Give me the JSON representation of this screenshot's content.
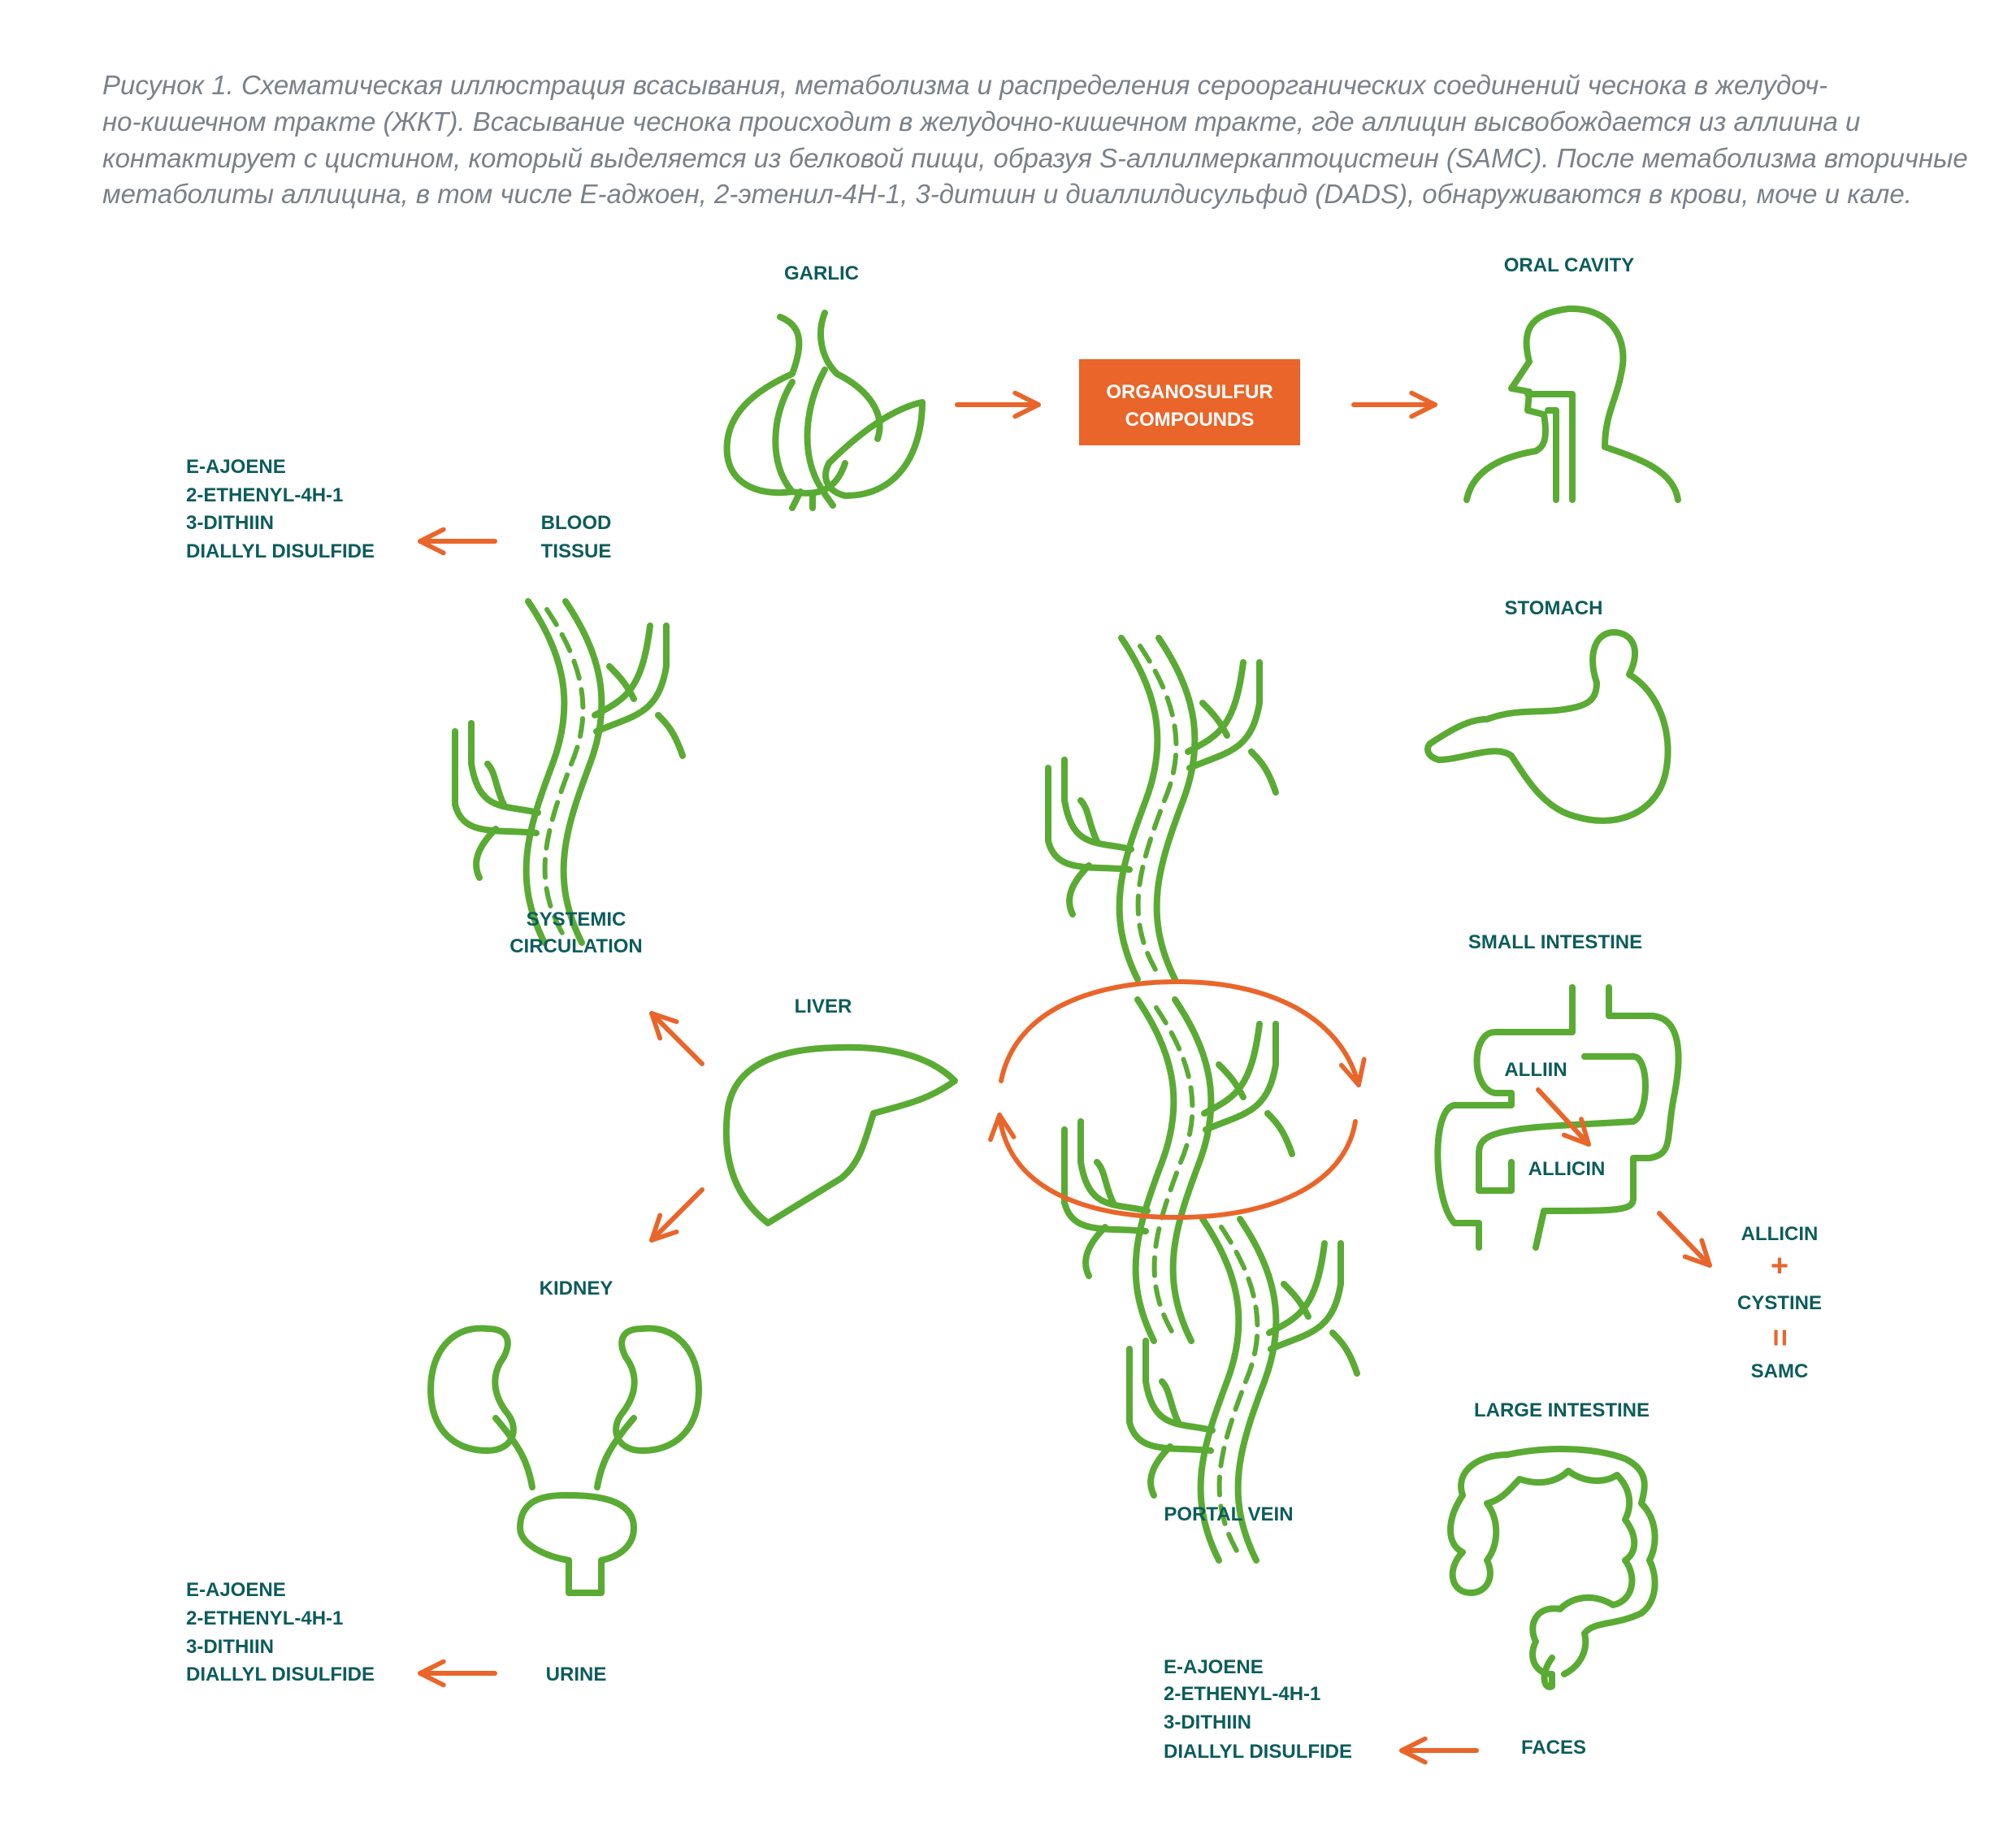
{
  "caption": [
    "Рисунок 1. Схематическая иллюстрация всасывания, метаболизма и распределения сероорганических соединений чеснока в желудоч-",
    "но-кишечном тракте (ЖКТ). Всасывание чеснока происходит в желудочно-кишечном тракте, где аллицин высвобождается из аллиина и",
    "контактирует с цистином, который выделяется из белковой пищи, образуя S-аллилмеркаптоцистеин (SAMC). После метаболизма вторичные",
    "метаболиты аллицина, в том числе E-аджоен, 2-этенил-4H-1, 3-дитиин и диаллилдисульфид (DADS), обнаруживаются в крови, моче и кале."
  ],
  "labels": {
    "garlic": "GARLIC",
    "oral_cavity": "ORAL CAVITY",
    "organosulfur": [
      "ORGANOSULFUR",
      "COMPOUNDS"
    ],
    "blood_tissue": [
      "BLOOD",
      "TISSUE"
    ],
    "stomach": "STOMACH",
    "systemic": [
      "SYSTEMIC",
      "CIRCULATION"
    ],
    "small_intestine": "SMALL INTESTINE",
    "liver": "LIVER",
    "alliin": "ALLIIN",
    "allicin": "ALLICIN",
    "kidney": "KIDNEY",
    "large_intestine": "LARGE INTESTINE",
    "portal_vein": "PORTAL VEIN",
    "urine": "URINE",
    "faces": "FACES"
  },
  "reaction": {
    "a": "ALLICIN",
    "plus": "+",
    "b": "CYSTINE",
    "equals": "=",
    "result": "SAMC"
  },
  "metabolites_blood": [
    "E-AJOENE",
    "2-ETHENYL-4H-1",
    "3-DITHIIN",
    "DIALLYL DISULFIDE"
  ],
  "metabolites_urine": [
    "E-AJOENE",
    "2-ETHENYL-4H-1",
    "3-DITHIIN",
    "DIALLYL DISULFIDE"
  ],
  "metabolites_faces": [
    "E-AJOENE",
    "2-ETHENYL-4H-1",
    "3-DITHIIN",
    "DIALLYL DISULFIDE"
  ],
  "colors": {
    "green": "#5aab34",
    "orange": "#e9652a",
    "teal": "#0d5c5c",
    "caption": "#7b8189"
  }
}
